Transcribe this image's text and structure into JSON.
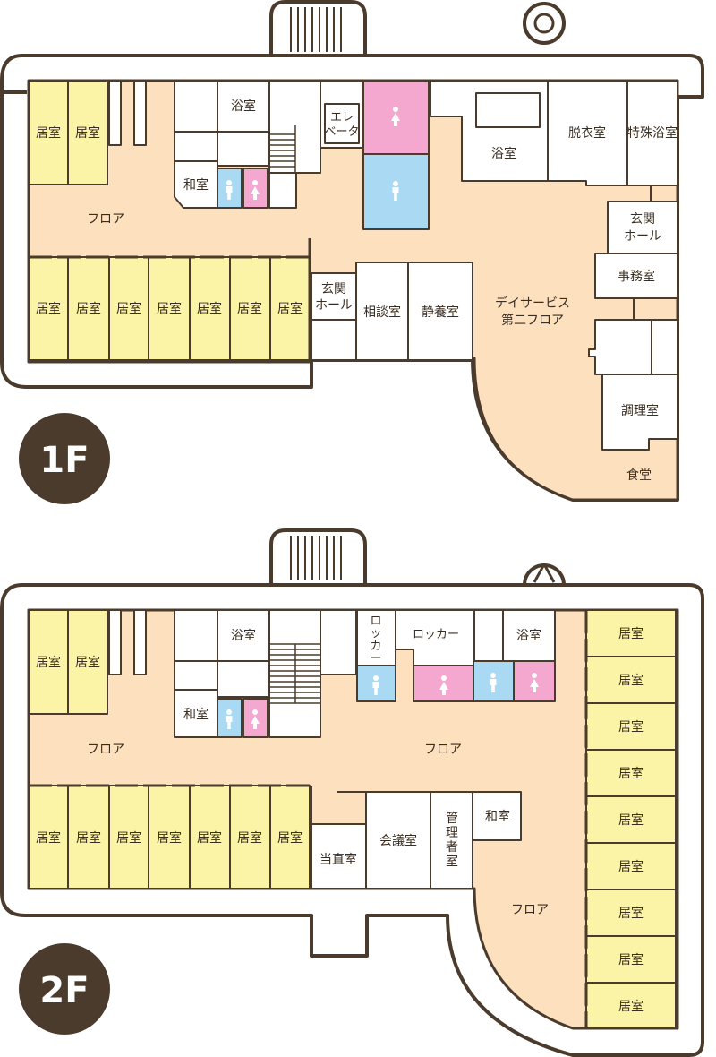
{
  "colors": {
    "wall": "#4a3b2c",
    "floor": "#fde0bd",
    "resident_room": "#fbf3a6",
    "white_room": "#ffffff",
    "women_restroom": "#f4a7cf",
    "men_restroom": "#a9d9f3",
    "badge": "#4a3b2c"
  },
  "icons": {
    "restroom_women": "woman-icon",
    "restroom_men": "man-icon",
    "elevator_shaft": "hatched-elevator-icon",
    "stairs": "stairs-icon",
    "chimney": "round-vent-icon"
  },
  "floor1": {
    "badge": "1F",
    "rooms": {
      "living_1": "居室",
      "living_2": "居室",
      "living_3": "居室",
      "living_4": "居室",
      "living_5": "居室",
      "living_6": "居室",
      "living_7": "居室",
      "living_8": "居室",
      "living_9": "居室",
      "bath": "浴室",
      "japanese_room": "和室",
      "elevator": [
        "エレ",
        "ベータ"
      ],
      "floor_label": "フロア",
      "entrance_hall": [
        "玄関",
        "ホール"
      ],
      "consultation": "相談室",
      "rest_room": "静養室",
      "day_service": [
        "デイサービス",
        "第二フロア"
      ],
      "bath_large": "浴室",
      "dressing": "脱衣室",
      "special_bath": "特殊浴室",
      "entrance_hall_2": [
        "玄関",
        "ホール"
      ],
      "office": "事務室",
      "kitchen": "調理室",
      "dining": "食堂"
    }
  },
  "floor2": {
    "badge": "2F",
    "rooms": {
      "living_l1": "居室",
      "living_l2": "居室",
      "living_b1": "居室",
      "living_b2": "居室",
      "living_b3": "居室",
      "living_b4": "居室",
      "living_b5": "居室",
      "living_b6": "居室",
      "living_b7": "居室",
      "bath": "浴室",
      "japanese_room": "和室",
      "locker_1": [
        "ロ",
        "ッ",
        "カ",
        "ー"
      ],
      "locker_2": "ロッカー",
      "bath_2": "浴室",
      "floor_label_1": "フロア",
      "floor_label_2": "フロア",
      "floor_label_3": "フロア",
      "duty_room": "当直室",
      "meeting_room": "会議室",
      "manager_room": [
        "管",
        "理",
        "者",
        "室"
      ],
      "japanese_room_2": "和室",
      "living_r1": "居室",
      "living_r2": "居室",
      "living_r3": "居室",
      "living_r4": "居室",
      "living_r5": "居室",
      "living_r6": "居室",
      "living_r7": "居室",
      "living_r8": "居室",
      "living_r9": "居室"
    }
  }
}
